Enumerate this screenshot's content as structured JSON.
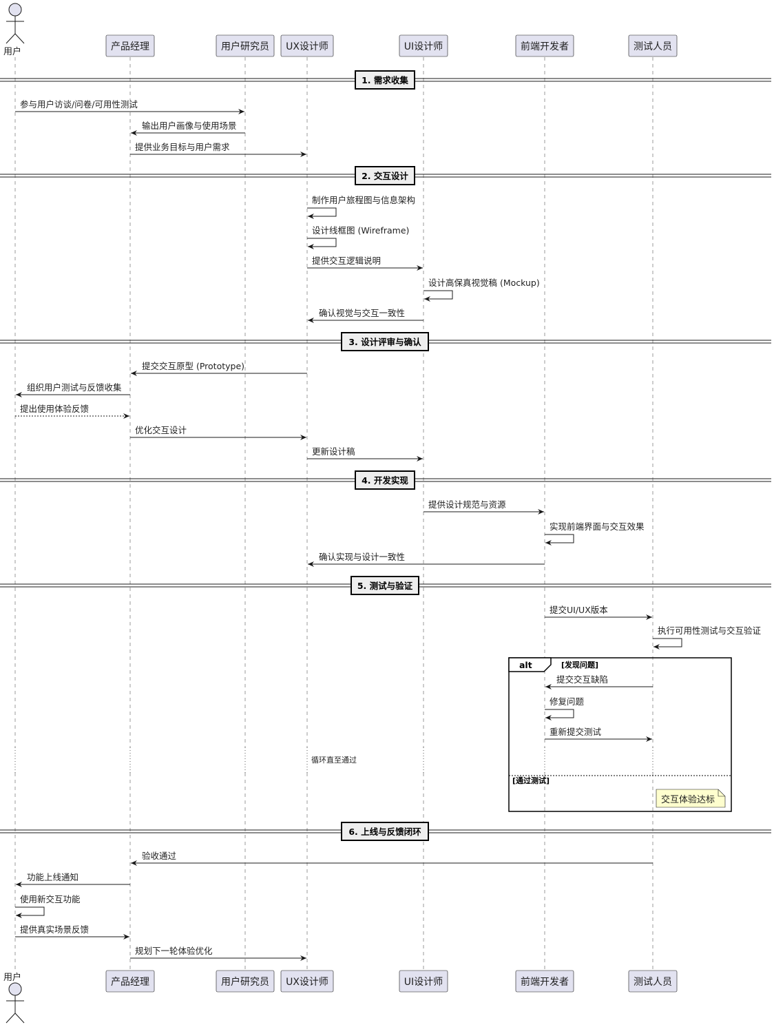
{
  "participants": [
    {
      "id": "user",
      "label": "用户",
      "kind": "actor"
    },
    {
      "id": "pm",
      "label": "产品经理",
      "kind": "box"
    },
    {
      "id": "ur",
      "label": "用户研究员",
      "kind": "box"
    },
    {
      "id": "ux",
      "label": "UX设计师",
      "kind": "box"
    },
    {
      "id": "ui",
      "label": "UI设计师",
      "kind": "box"
    },
    {
      "id": "fe",
      "label": "前端开发者",
      "kind": "box"
    },
    {
      "id": "qa",
      "label": "测试人员",
      "kind": "box"
    }
  ],
  "dividers": [
    {
      "label": "1. 需求收集"
    },
    {
      "label": "2. 交互设计"
    },
    {
      "label": "3. 设计评审与确认"
    },
    {
      "label": "4. 开发实现"
    },
    {
      "label": "5. 测试与验证"
    },
    {
      "label": "6. 上线与反馈闭环"
    }
  ],
  "messages": [
    {
      "from": "user",
      "to": "ur",
      "text": "参与用户访谈/问卷/可用性测试"
    },
    {
      "from": "ur",
      "to": "pm",
      "text": "输出用户画像与使用场景"
    },
    {
      "from": "pm",
      "to": "ux",
      "text": "提供业务目标与用户需求"
    },
    {
      "from": "ux",
      "to": "ux",
      "text": "制作用户旅程图与信息架构"
    },
    {
      "from": "ux",
      "to": "ux",
      "text": "设计线框图 (Wireframe)"
    },
    {
      "from": "ux",
      "to": "ui",
      "text": "提供交互逻辑说明"
    },
    {
      "from": "ui",
      "to": "ui",
      "text": "设计高保真视觉稿 (Mockup)"
    },
    {
      "from": "ui",
      "to": "ux",
      "text": "确认视觉与交互一致性"
    },
    {
      "from": "ux",
      "to": "pm",
      "text": "提交交互原型 (Prototype)"
    },
    {
      "from": "pm",
      "to": "user",
      "text": "组织用户测试与反馈收集"
    },
    {
      "from": "user",
      "to": "pm",
      "text": "提出使用体验反馈",
      "dashed": true
    },
    {
      "from": "pm",
      "to": "ux",
      "text": "优化交互设计"
    },
    {
      "from": "ux",
      "to": "ui",
      "text": "更新设计稿"
    },
    {
      "from": "ui",
      "to": "fe",
      "text": "提供设计规范与资源"
    },
    {
      "from": "fe",
      "to": "fe",
      "text": "实现前端界面与交互效果"
    },
    {
      "from": "fe",
      "to": "ux",
      "text": "确认实现与设计一致性"
    },
    {
      "from": "fe",
      "to": "qa",
      "text": "提交UI/UX版本"
    },
    {
      "from": "qa",
      "to": "qa",
      "text": "执行可用性测试与交互验证"
    },
    {
      "from": "qa",
      "to": "fe",
      "text": "提交交互缺陷"
    },
    {
      "from": "fe",
      "to": "fe",
      "text": "修复问题"
    },
    {
      "from": "fe",
      "to": "qa",
      "text": "重新提交测试"
    },
    {
      "from": "qa",
      "to": "pm",
      "text": "验收通过"
    },
    {
      "from": "pm",
      "to": "user",
      "text": "功能上线通知"
    },
    {
      "from": "user",
      "to": "user",
      "text": "使用新交互功能"
    },
    {
      "from": "user",
      "to": "pm",
      "text": "提供真实场景反馈"
    },
    {
      "from": "pm",
      "to": "ux",
      "text": "规划下一轮体验优化"
    }
  ],
  "alt": {
    "label": "alt",
    "guard": "[发现问题]",
    "else_guard": "[通过测试]",
    "delay_text": "循环直至通过",
    "note": "交互体验达标"
  }
}
